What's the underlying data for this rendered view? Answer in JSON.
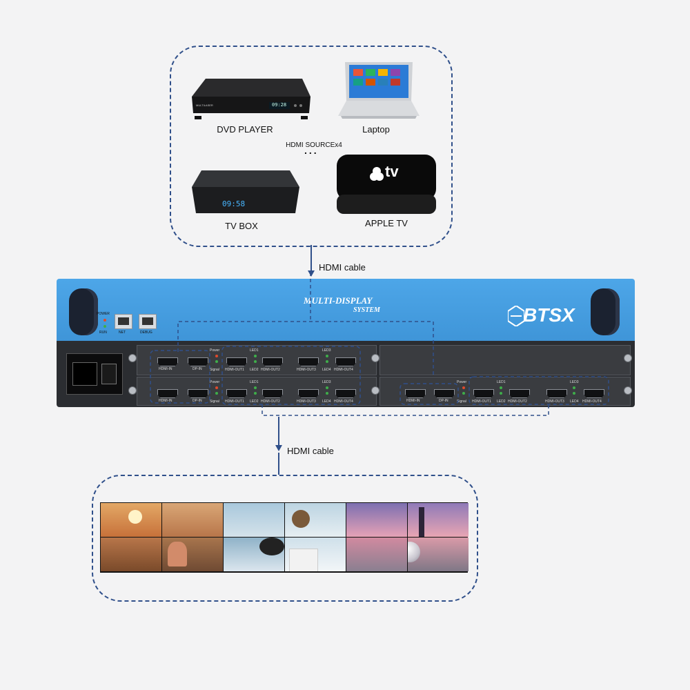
{
  "sources": {
    "group_label": "HDMI SOURCEx4",
    "ellipsis": "...",
    "devices": [
      {
        "name": "DVD PLAYER",
        "icon": "dvd-player-icon",
        "display": "09:28",
        "brand": "MULTILASER"
      },
      {
        "name": "Laptop",
        "icon": "laptop-icon"
      },
      {
        "name": "TV BOX",
        "icon": "tv-box-icon",
        "display": "09:58"
      },
      {
        "name": "APPLE TV",
        "icon": "apple-tv-icon",
        "logo_text": "tv"
      }
    ]
  },
  "cables": {
    "input_label": "HDMI cable",
    "output_label": "HDMI cable"
  },
  "device": {
    "logo": "MULTI-DISPLAY SYSTEM",
    "logo_line1": "MULTI-DISPLAY",
    "logo_line2": "SYSTEM",
    "brand": "BTSX",
    "power_led": "POWER",
    "run_led": "RUN",
    "net_port": "NET",
    "debug_port": "DEBUG",
    "card_labels": {
      "hdmi_in": "HDMI-IN",
      "dp_in": "DP-IN",
      "power": "Power",
      "signal": "Signal",
      "led1": "LED1",
      "led2": "LED2",
      "led3": "LED3",
      "led4": "LED4",
      "out1": "HDMI-OUT1",
      "out2": "HDMI-OUT2",
      "out3": "HDMI-OUT3",
      "out4": "HDMI-OUT4"
    }
  },
  "colors": {
    "accent_dash": "#2f4f8a",
    "chassis_blue": "#4da6e8",
    "chassis_dark": "#2b2d31"
  }
}
